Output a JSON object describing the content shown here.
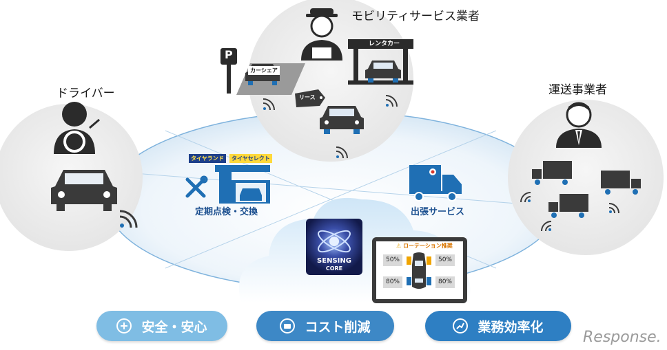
{
  "labels": {
    "mobility": "モビリティサービス業者",
    "driver": "ドライバー",
    "transport": "運送事業者",
    "maintenance": "定期点検・交換",
    "dispatch": "出張サービス"
  },
  "signs": {
    "tire_land": "タイヤランド",
    "tire_select": "タイヤセレクト",
    "rental": "レンタカー",
    "carshare": "カーシェア",
    "lease": "リース",
    "parking": "P"
  },
  "logo": {
    "line1": "SENSING",
    "line2": "CORE"
  },
  "tablet": {
    "alert": "ローテーション推奨",
    "fl": "50%",
    "fr": "50%",
    "rl": "80%",
    "rr": "80%"
  },
  "benefits": [
    {
      "label": "安全・安心",
      "color": "#7fbde4"
    },
    {
      "label": "コスト削減",
      "color": "#3d88c6"
    },
    {
      "label": "業務効率化",
      "color": "#2e7fc3"
    }
  ],
  "watermark": "Response."
}
